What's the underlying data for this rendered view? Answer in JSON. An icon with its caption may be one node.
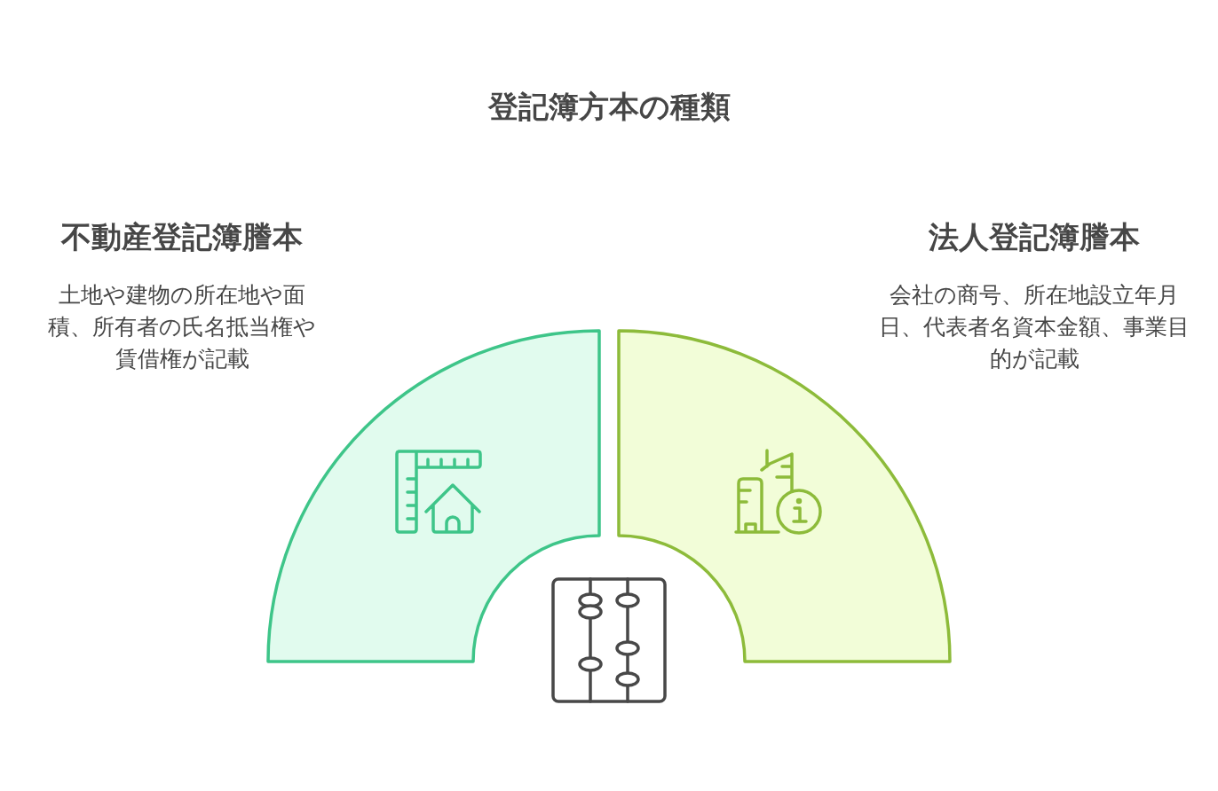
{
  "diagram": {
    "title": "登記簿方本の種類",
    "nodes": [
      {
        "text": [
          "不動産登記簿謄本",
          "土地や建物の所在地や面積、所有者の氏名抵当権や賃借権が記載"
        ]
      },
      {
        "text": [
          "法人登記簿謄本",
          "会社の商号、所在地設立年月日、代表者名資本金額、事業目的が記載"
        ]
      }
    ]
  }
}
